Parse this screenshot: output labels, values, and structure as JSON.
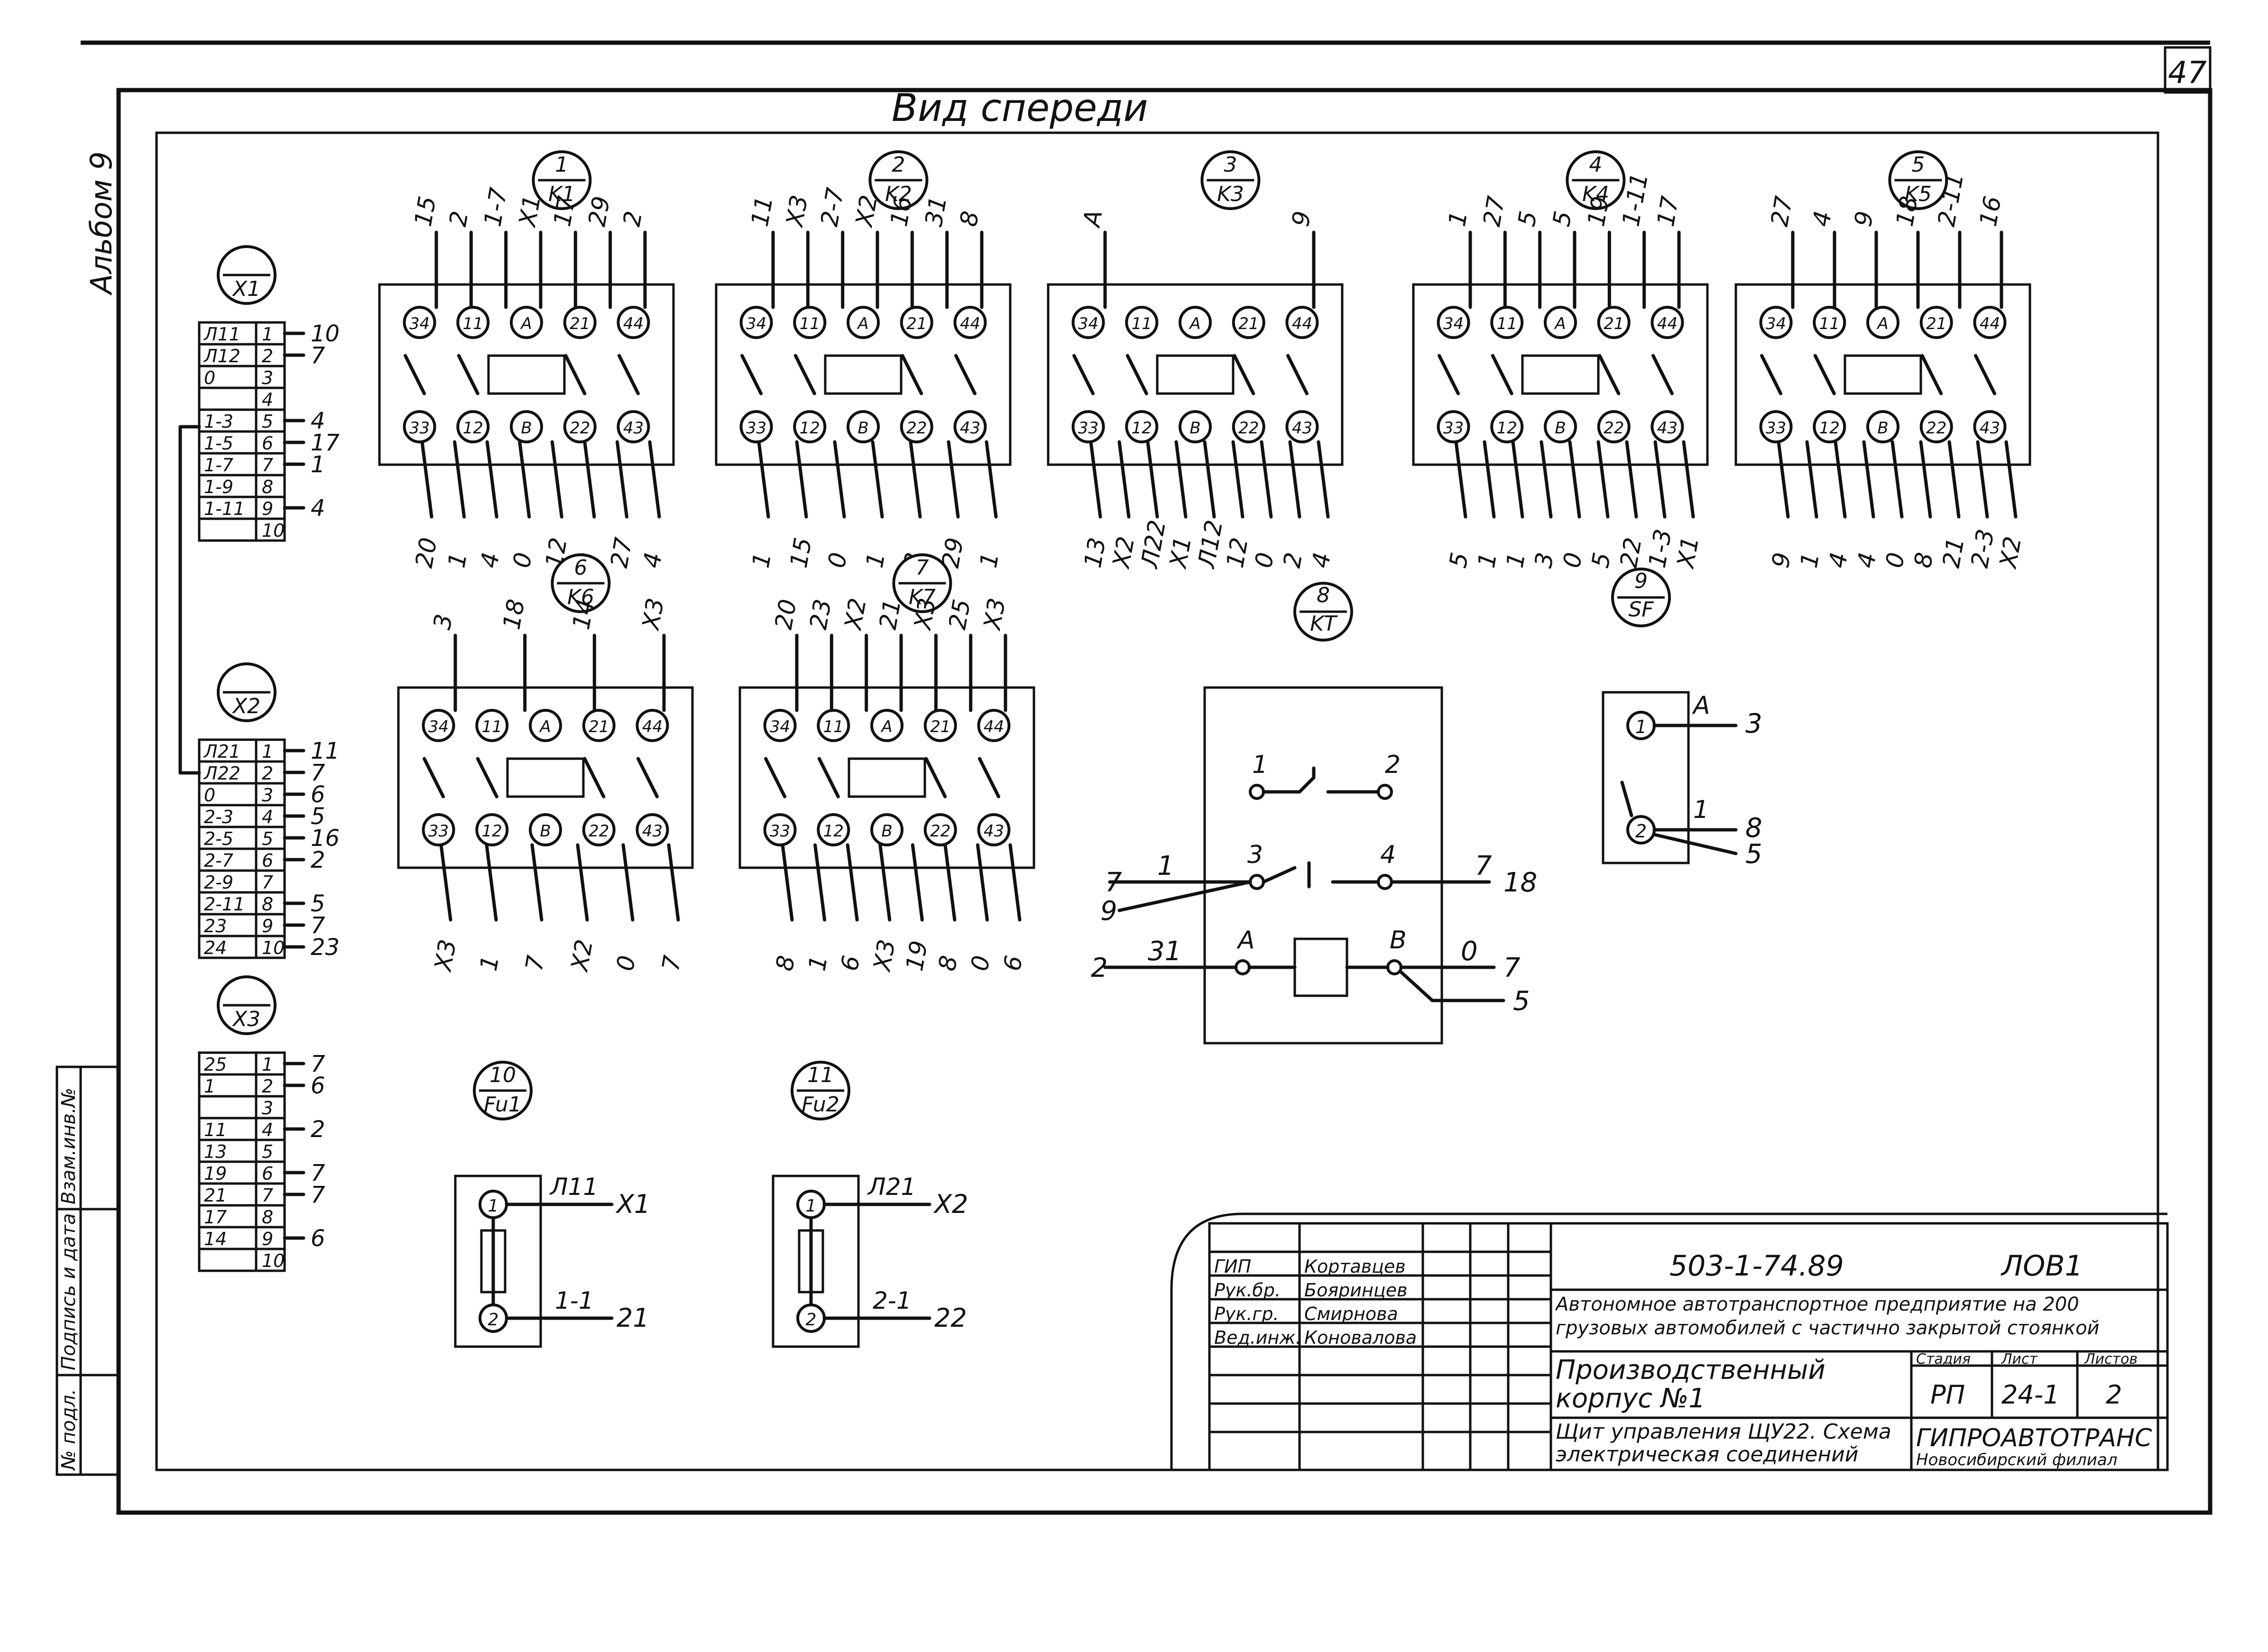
{
  "page_number": "47",
  "view_title": "Вид спереди",
  "album_label": "Альбом 9",
  "side_stamp": [
    "Взам.инв.№",
    "Подпись и дата",
    "№ подл."
  ],
  "connectors": [
    {
      "name": "X1",
      "rows": [
        [
          "Л11",
          "1",
          "10"
        ],
        [
          "Л12",
          "2",
          "7"
        ],
        [
          "0",
          "3",
          ""
        ],
        [
          "",
          "4",
          ""
        ],
        [
          "1-3",
          "5",
          "4"
        ],
        [
          "1-5",
          "6",
          "17"
        ],
        [
          "1-7",
          "7",
          "1"
        ],
        [
          "1-9",
          "8",
          ""
        ],
        [
          "1-11",
          "9",
          "4"
        ],
        [
          "",
          "10",
          ""
        ]
      ]
    },
    {
      "name": "X2",
      "rows": [
        [
          "Л21",
          "1",
          "11"
        ],
        [
          "Л22",
          "2",
          "7"
        ],
        [
          "0",
          "3",
          "6"
        ],
        [
          "2-3",
          "4",
          "5"
        ],
        [
          "2-5",
          "5",
          "16"
        ],
        [
          "2-7",
          "6",
          "2"
        ],
        [
          "2-9",
          "7",
          ""
        ],
        [
          "2-11",
          "8",
          "5"
        ],
        [
          "23",
          "9",
          "7"
        ],
        [
          "24",
          "10",
          "23"
        ]
      ]
    },
    {
      "name": "X3",
      "rows": [
        [
          "25",
          "1",
          "7"
        ],
        [
          "1",
          "2",
          "6"
        ],
        [
          "",
          "3",
          ""
        ],
        [
          "11",
          "4",
          "2"
        ],
        [
          "13",
          "5",
          ""
        ],
        [
          "19",
          "6",
          "7"
        ],
        [
          "21",
          "7",
          "7"
        ],
        [
          "17",
          "8",
          ""
        ],
        [
          "14",
          "9",
          "6"
        ],
        [
          "",
          "10",
          ""
        ]
      ]
    }
  ],
  "relays": [
    {
      "num": "1",
      "name": "K1",
      "top": [
        "15",
        "2",
        "1-7",
        "X1",
        "17",
        "29",
        "2"
      ],
      "bottom": [
        "20",
        "1",
        "4",
        "0",
        "12",
        "2",
        "27",
        "4"
      ]
    },
    {
      "num": "2",
      "name": "K2",
      "top": [
        "11",
        "X3",
        "2-7",
        "X2",
        "16",
        "31",
        "8"
      ],
      "bottom": [
        "1",
        "15",
        "0",
        "1",
        "3",
        "29",
        "1"
      ]
    },
    {
      "num": "3",
      "name": "K3",
      "top": [
        "A",
        "9"
      ],
      "bottom": [
        "13",
        "X2",
        "Л22",
        "X1",
        "Л12",
        "12",
        "0",
        "2",
        "4"
      ]
    },
    {
      "num": "4",
      "name": "K4",
      "top": [
        "1",
        "27",
        "5",
        "5",
        "19",
        "1-11",
        "17"
      ],
      "bottom": [
        "5",
        "1",
        "1",
        "3",
        "0",
        "5",
        "22",
        "1-3",
        "X1"
      ]
    },
    {
      "num": "5",
      "name": "K5",
      "top": [
        "27",
        "4",
        "9",
        "18",
        "2-11",
        "16"
      ],
      "bottom": [
        "9",
        "1",
        "4",
        "4",
        "0",
        "8",
        "21",
        "2-3",
        "X2"
      ]
    },
    {
      "num": "6",
      "name": "K6",
      "top": [
        "3",
        "18",
        "14",
        "X3"
      ],
      "bottom": [
        "X3",
        "1",
        "7",
        "X2",
        "0",
        "7"
      ]
    },
    {
      "num": "7",
      "name": "K7",
      "top": [
        "20",
        "23",
        "X2",
        "21",
        "X3",
        "25",
        "X3"
      ],
      "bottom": [
        "8",
        "1",
        "6",
        "X3",
        "19",
        "8",
        "0",
        "6"
      ]
    }
  ],
  "pins_top": [
    "34",
    "11",
    "A",
    "21",
    "44"
  ],
  "pins_bottom": [
    "33",
    "12",
    "B",
    "22",
    "43"
  ],
  "timer": {
    "num": "8",
    "name": "KT",
    "labels": [
      "1",
      "2",
      "3",
      "4",
      "A",
      "B",
      "7",
      "1",
      "9",
      "7",
      "18",
      "2",
      "31",
      "0",
      "7",
      "5"
    ]
  },
  "breaker": {
    "num": "9",
    "name": "SF",
    "pins": [
      "1",
      "2"
    ],
    "wires": [
      "A",
      "3",
      "1",
      "8",
      "5"
    ]
  },
  "fuses": [
    {
      "num": "10",
      "name": "Fu1",
      "pins": [
        "1",
        "2"
      ],
      "wires": [
        "Л11",
        "X1",
        "1-1",
        "21"
      ]
    },
    {
      "num": "11",
      "name": "Fu2",
      "pins": [
        "1",
        "2"
      ],
      "wires": [
        "Л21",
        "X2",
        "2-1",
        "22"
      ]
    }
  ],
  "title_block": {
    "doc_code": "503-1-74.89",
    "doc_mark": "ЛОВ1",
    "project": "Автономное автотранспортное предприятие на 200 грузовых автомобилей с частично закрытой стоянкой",
    "object": "Производственный корпус №1",
    "drawing": "Щит управления ЩУ22. Схема электрическая соединений",
    "stage_hdr": "Стадия",
    "sheet_hdr": "Лист",
    "sheets_hdr": "Листов",
    "stage": "РП",
    "sheet": "24-1",
    "sheets": "2",
    "org": "ГИПРОАВТОТРАНС",
    "org_branch": "Новосибирский филиал",
    "roles": [
      {
        "role": "ГИП",
        "name": "Кортавцев"
      },
      {
        "role": "Рук.бр.",
        "name": "Бояринцев"
      },
      {
        "role": "Рук.гр.",
        "name": "Смирнова"
      },
      {
        "role": "Вед.инж.",
        "name": "Коновалова"
      }
    ]
  }
}
